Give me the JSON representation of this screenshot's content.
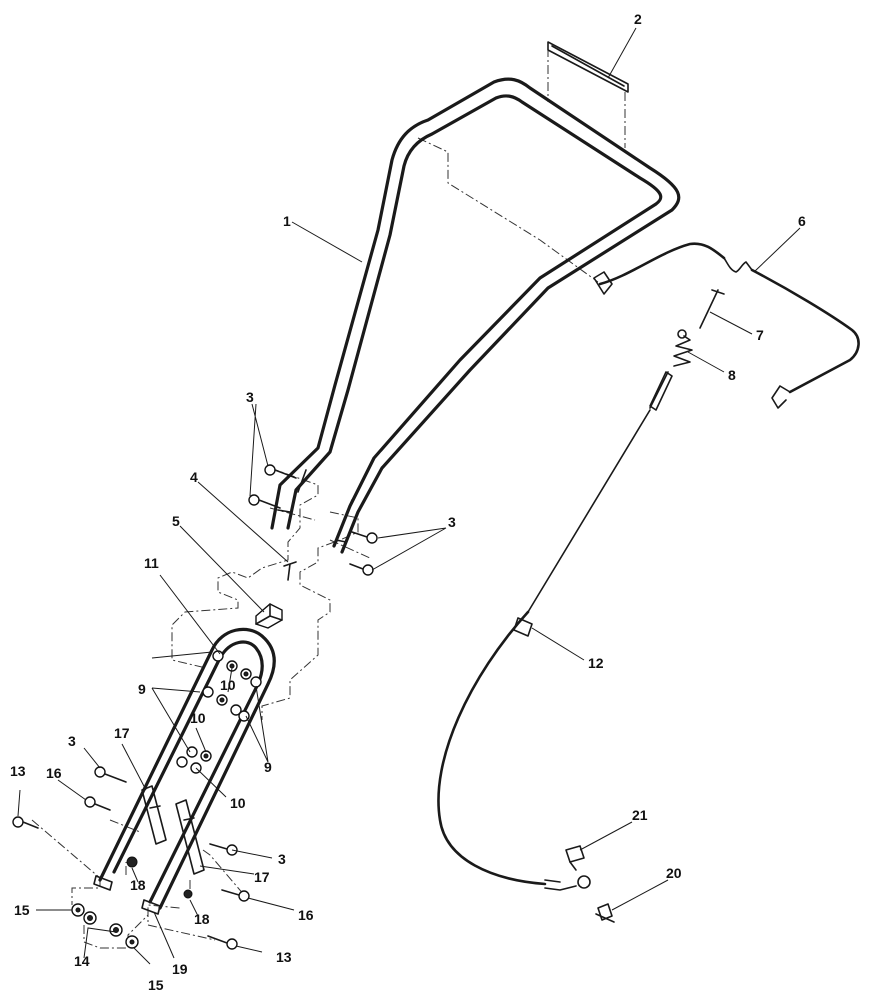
{
  "callouts": [
    {
      "id": "c1",
      "label": "1"
    },
    {
      "id": "c2",
      "label": "2"
    },
    {
      "id": "c3a",
      "label": "3"
    },
    {
      "id": "c3b",
      "label": "3"
    },
    {
      "id": "c3c",
      "label": "3"
    },
    {
      "id": "c3d",
      "label": "3"
    },
    {
      "id": "c4",
      "label": "4"
    },
    {
      "id": "c5",
      "label": "5"
    },
    {
      "id": "c6",
      "label": "6"
    },
    {
      "id": "c7",
      "label": "7"
    },
    {
      "id": "c8",
      "label": "8"
    },
    {
      "id": "c9a",
      "label": "9"
    },
    {
      "id": "c9b",
      "label": "9"
    },
    {
      "id": "c10a",
      "label": "10"
    },
    {
      "id": "c10b",
      "label": "10"
    },
    {
      "id": "c10c",
      "label": "10"
    },
    {
      "id": "c11",
      "label": "11"
    },
    {
      "id": "c12",
      "label": "12"
    },
    {
      "id": "c13a",
      "label": "13"
    },
    {
      "id": "c13b",
      "label": "13"
    },
    {
      "id": "c14",
      "label": "14"
    },
    {
      "id": "c15a",
      "label": "15"
    },
    {
      "id": "c15b",
      "label": "15"
    },
    {
      "id": "c16a",
      "label": "16"
    },
    {
      "id": "c16b",
      "label": "16"
    },
    {
      "id": "c17a",
      "label": "17"
    },
    {
      "id": "c17b",
      "label": "17"
    },
    {
      "id": "c18a",
      "label": "18"
    },
    {
      "id": "c18b",
      "label": "18"
    },
    {
      "id": "c19",
      "label": "19"
    },
    {
      "id": "c20",
      "label": "20"
    },
    {
      "id": "c21",
      "label": "21"
    }
  ]
}
